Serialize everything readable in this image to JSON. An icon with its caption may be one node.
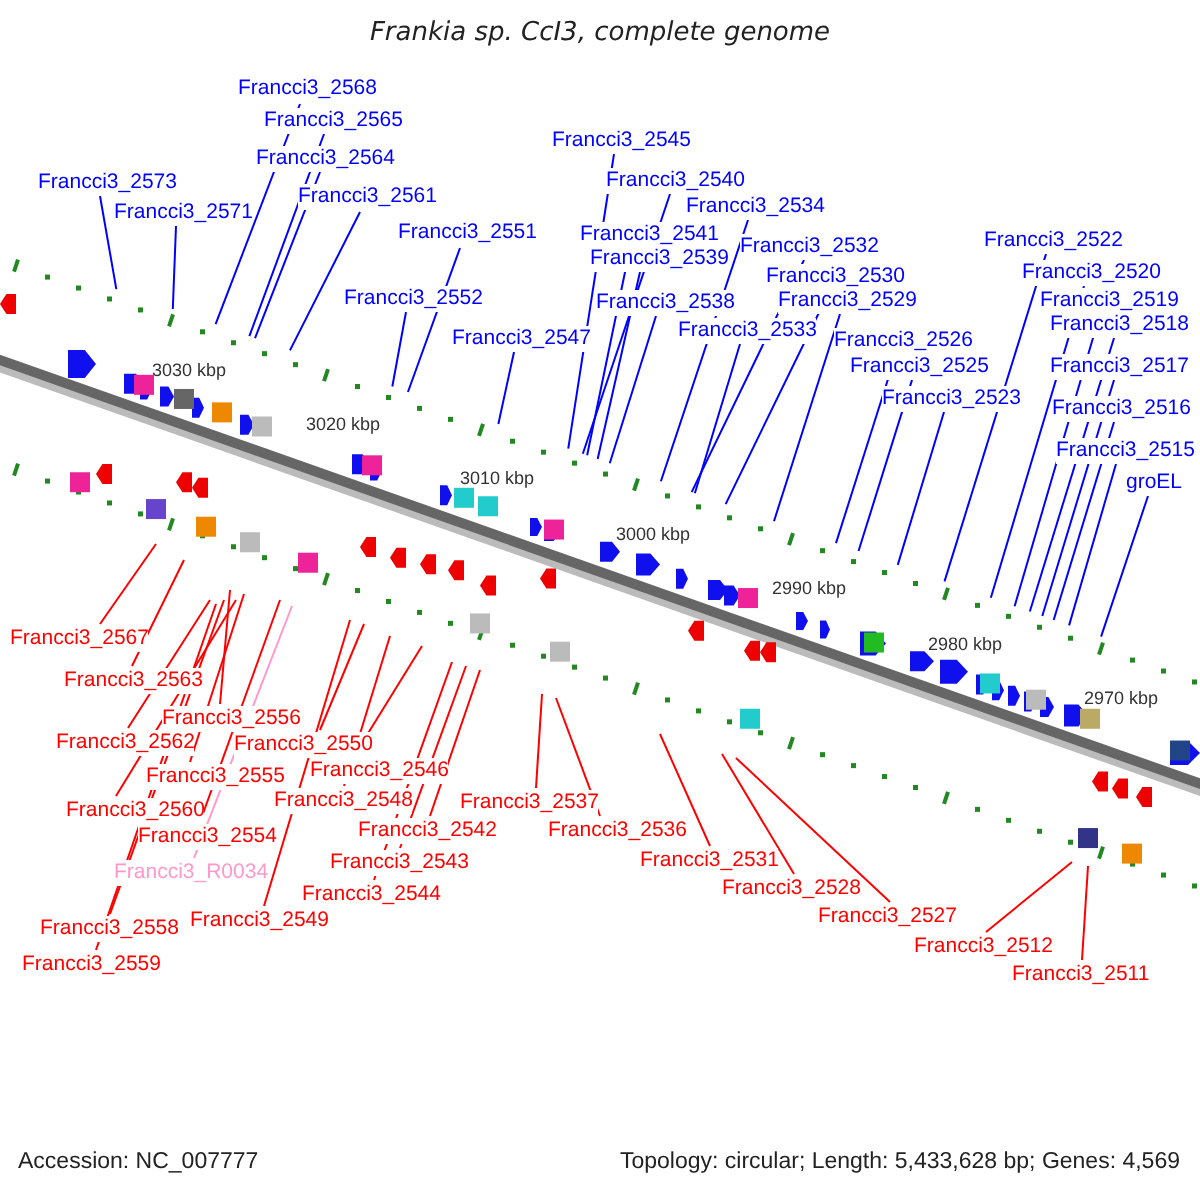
{
  "diagram": {
    "title": "Frankia sp. CcI3, complete genome",
    "nodes": [
      {
        "text": [
          "Francci3_2573"
        ]
      },
      {
        "text": [
          "Francci3_2571"
        ]
      },
      {
        "text": [
          "Francci3_2568"
        ]
      },
      {
        "text": [
          "Francci3_2565"
        ]
      },
      {
        "text": [
          "Francci3_2564"
        ]
      },
      {
        "text": [
          "Francci3_2561"
        ]
      },
      {
        "text": [
          "Francci3_2551"
        ]
      },
      {
        "text": [
          "Francci3_2552"
        ]
      },
      {
        "text": [
          "Francci3_2547"
        ]
      },
      {
        "text": [
          "Francci3_2545"
        ]
      },
      {
        "text": [
          "Francci3_2540"
        ]
      },
      {
        "text": [
          "Francci3_2541"
        ]
      },
      {
        "text": [
          "Francci3_2539"
        ]
      },
      {
        "text": [
          "Francci3_2538"
        ]
      },
      {
        "text": [
          "Francci3_2534"
        ]
      },
      {
        "text": [
          "Francci3_2532"
        ]
      },
      {
        "text": [
          "Francci3_2530"
        ]
      },
      {
        "text": [
          "Francci3_2533"
        ]
      },
      {
        "text": [
          "Francci3_2529"
        ]
      },
      {
        "text": [
          "Francci3_2526"
        ]
      },
      {
        "text": [
          "Francci3_2525"
        ]
      },
      {
        "text": [
          "Francci3_2523"
        ]
      },
      {
        "text": [
          "Francci3_2522"
        ]
      },
      {
        "text": [
          "Francci3_2520"
        ]
      },
      {
        "text": [
          "Francci3_2519"
        ]
      },
      {
        "text": [
          "Francci3_2518"
        ]
      },
      {
        "text": [
          "Francci3_2517"
        ]
      },
      {
        "text": [
          "Francci3_2516"
        ]
      },
      {
        "text": [
          "Francci3_2515"
        ]
      },
      {
        "text": [
          "groEL"
        ]
      },
      {
        "text": [
          "Francci3_2567"
        ]
      },
      {
        "text": [
          "Francci3_2563"
        ]
      },
      {
        "text": [
          "Francci3_2562"
        ]
      },
      {
        "text": [
          "Francci3_2556"
        ]
      },
      {
        "text": [
          "Francci3_2555"
        ]
      },
      {
        "text": [
          "Francci3_2560"
        ]
      },
      {
        "text": [
          "Francci3_2554"
        ]
      },
      {
        "text": [
          "Francci3_R0034"
        ]
      },
      {
        "text": [
          "Francci3_2558"
        ]
      },
      {
        "text": [
          "Francci3_2559"
        ]
      },
      {
        "text": [
          "Francci3_2550"
        ]
      },
      {
        "text": [
          "Francci3_2546"
        ]
      },
      {
        "text": [
          "Francci3_2548"
        ]
      },
      {
        "text": [
          "Francci3_2542"
        ]
      },
      {
        "text": [
          "Francci3_2543"
        ]
      },
      {
        "text": [
          "Francci3_2544"
        ]
      },
      {
        "text": [
          "Francci3_2549"
        ]
      },
      {
        "text": [
          "Francci3_2537"
        ]
      },
      {
        "text": [
          "Francci3_2536"
        ]
      },
      {
        "text": [
          "Francci3_2531"
        ]
      },
      {
        "text": [
          "Francci3_2528"
        ]
      },
      {
        "text": [
          "Francci3_2527"
        ]
      },
      {
        "text": [
          "Francci3_2512"
        ]
      },
      {
        "text": [
          "Francci3_2511"
        ]
      }
    ],
    "edges": [
      {
        "from": 0,
        "to": null,
        "arrow": "none"
      },
      {
        "from": 1,
        "to": null,
        "arrow": "none"
      },
      {
        "from": 2,
        "to": null,
        "arrow": "none"
      },
      {
        "from": 3,
        "to": null,
        "arrow": "none"
      },
      {
        "from": 4,
        "to": null,
        "arrow": "none"
      },
      {
        "from": 5,
        "to": null,
        "arrow": "none"
      },
      {
        "from": 6,
        "to": null,
        "arrow": "none"
      },
      {
        "from": 7,
        "to": null,
        "arrow": "none"
      },
      {
        "from": 8,
        "to": null,
        "arrow": "none"
      },
      {
        "from": 9,
        "to": null,
        "arrow": "none"
      },
      {
        "from": 10,
        "to": null,
        "arrow": "none"
      },
      {
        "from": 11,
        "to": null,
        "arrow": "none"
      },
      {
        "from": 12,
        "to": null,
        "arrow": "none"
      },
      {
        "from": 13,
        "to": null,
        "arrow": "none"
      },
      {
        "from": 14,
        "to": null,
        "arrow": "none"
      },
      {
        "from": 15,
        "to": null,
        "arrow": "none"
      },
      {
        "from": 16,
        "to": null,
        "arrow": "none"
      },
      {
        "from": 17,
        "to": null,
        "arrow": "none"
      },
      {
        "from": 18,
        "to": null,
        "arrow": "none"
      },
      {
        "from": 19,
        "to": null,
        "arrow": "none"
      },
      {
        "from": 20,
        "to": null,
        "arrow": "none"
      },
      {
        "from": 21,
        "to": null,
        "arrow": "none"
      },
      {
        "from": 22,
        "to": null,
        "arrow": "none"
      },
      {
        "from": 23,
        "to": null,
        "arrow": "none"
      },
      {
        "from": 24,
        "to": null,
        "arrow": "none"
      },
      {
        "from": 25,
        "to": null,
        "arrow": "none"
      },
      {
        "from": 26,
        "to": null,
        "arrow": "none"
      },
      {
        "from": 27,
        "to": null,
        "arrow": "none"
      },
      {
        "from": 28,
        "to": null,
        "arrow": "none"
      },
      {
        "from": 29,
        "to": null,
        "arrow": "none"
      },
      {
        "from": 30,
        "to": null,
        "arrow": "none",
        "color": "#ff0000"
      },
      {
        "from": 31,
        "to": null,
        "arrow": "none",
        "color": "#ff0000"
      },
      {
        "from": 32,
        "to": null,
        "arrow": "none",
        "color": "#ff0000"
      },
      {
        "from": 33,
        "to": null,
        "arrow": "none",
        "color": "#ff0000"
      },
      {
        "from": 34,
        "to": null,
        "arrow": "none",
        "color": "#ff0000"
      },
      {
        "from": 35,
        "to": null,
        "arrow": "none",
        "color": "#ff0000"
      },
      {
        "from": 36,
        "to": null,
        "arrow": "none",
        "color": "#ff0000"
      },
      {
        "from": 37,
        "to": null,
        "arrow": "none",
        "color": "#ff99cc"
      },
      {
        "from": 38,
        "to": null,
        "arrow": "none",
        "color": "#ff0000"
      },
      {
        "from": 39,
        "to": null,
        "arrow": "none",
        "color": "#ff0000"
      },
      {
        "from": 40,
        "to": null,
        "arrow": "none",
        "color": "#ff0000"
      },
      {
        "from": 41,
        "to": null,
        "arrow": "none",
        "color": "#ff0000"
      },
      {
        "from": 42,
        "to": null,
        "arrow": "none",
        "color": "#ff0000"
      },
      {
        "from": 43,
        "to": null,
        "arrow": "none",
        "color": "#ff0000"
      },
      {
        "from": 44,
        "to": null,
        "arrow": "none",
        "color": "#ff0000"
      },
      {
        "from": 45,
        "to": null,
        "arrow": "none",
        "color": "#ff0000"
      },
      {
        "from": 46,
        "to": null,
        "arrow": "none",
        "color": "#ff0000"
      },
      {
        "from": 47,
        "to": null,
        "arrow": "none",
        "color": "#ff0000"
      },
      {
        "from": 48,
        "to": null,
        "arrow": "none",
        "color": "#ff0000"
      },
      {
        "from": 49,
        "to": null,
        "arrow": "none",
        "color": "#ff0000"
      },
      {
        "from": 50,
        "to": null,
        "arrow": "none",
        "color": "#ff0000"
      },
      {
        "from": 51,
        "to": null,
        "arrow": "none",
        "color": "#ff0000"
      },
      {
        "from": 52,
        "to": null,
        "arrow": "none",
        "color": "#ff0000"
      },
      {
        "from": 53,
        "to": null,
        "arrow": "none",
        "color": "#ff0000"
      }
    ],
    "labels": [
      "3030 kbp",
      "3020 kbp",
      "3010 kbp",
      "3000 kbp",
      "2990 kbp",
      "2980 kbp",
      "2970 kbp",
      "Accession: NC_007777",
      "Topology: circular; Length: 5,433,628 bp; Genes: 4,569"
    ]
  }
}
